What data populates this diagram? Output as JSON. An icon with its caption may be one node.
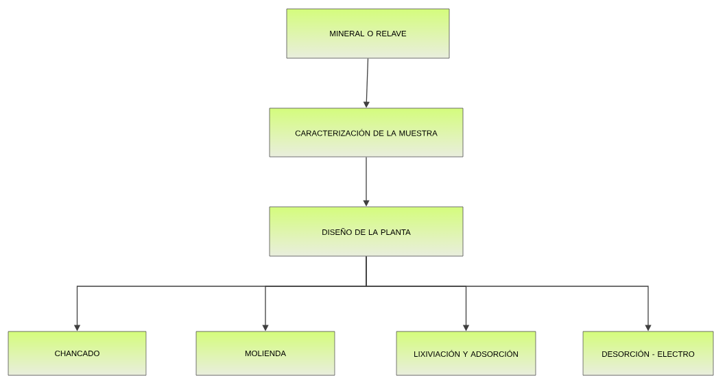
{
  "diagram": {
    "nodes": [
      {
        "text": [
          "MINERAL O RELAVE"
        ]
      },
      {
        "text": [
          "CARACTERIZACIÓN DE LA MUESTRA"
        ]
      },
      {
        "text": [
          "DISEÑO DE LA PLANTA"
        ]
      },
      {
        "text": [
          "CHANCADO"
        ]
      },
      {
        "text": [
          "MOLIENDA"
        ]
      },
      {
        "text": [
          "LIXIVIACIÓN Y ADSORCIÓN"
        ]
      },
      {
        "text": [
          "DESORCIÓN - ELECTRO"
        ]
      }
    ],
    "edges": [
      {
        "from": 0,
        "to": 1,
        "arrow": "to"
      },
      {
        "from": 1,
        "to": 2,
        "arrow": "to"
      },
      {
        "from": 2,
        "to": 3,
        "arrow": "to"
      },
      {
        "from": 2,
        "to": 4,
        "arrow": "to"
      },
      {
        "from": 2,
        "to": 5,
        "arrow": "to"
      },
      {
        "from": 2,
        "to": 6,
        "arrow": "to"
      }
    ]
  }
}
